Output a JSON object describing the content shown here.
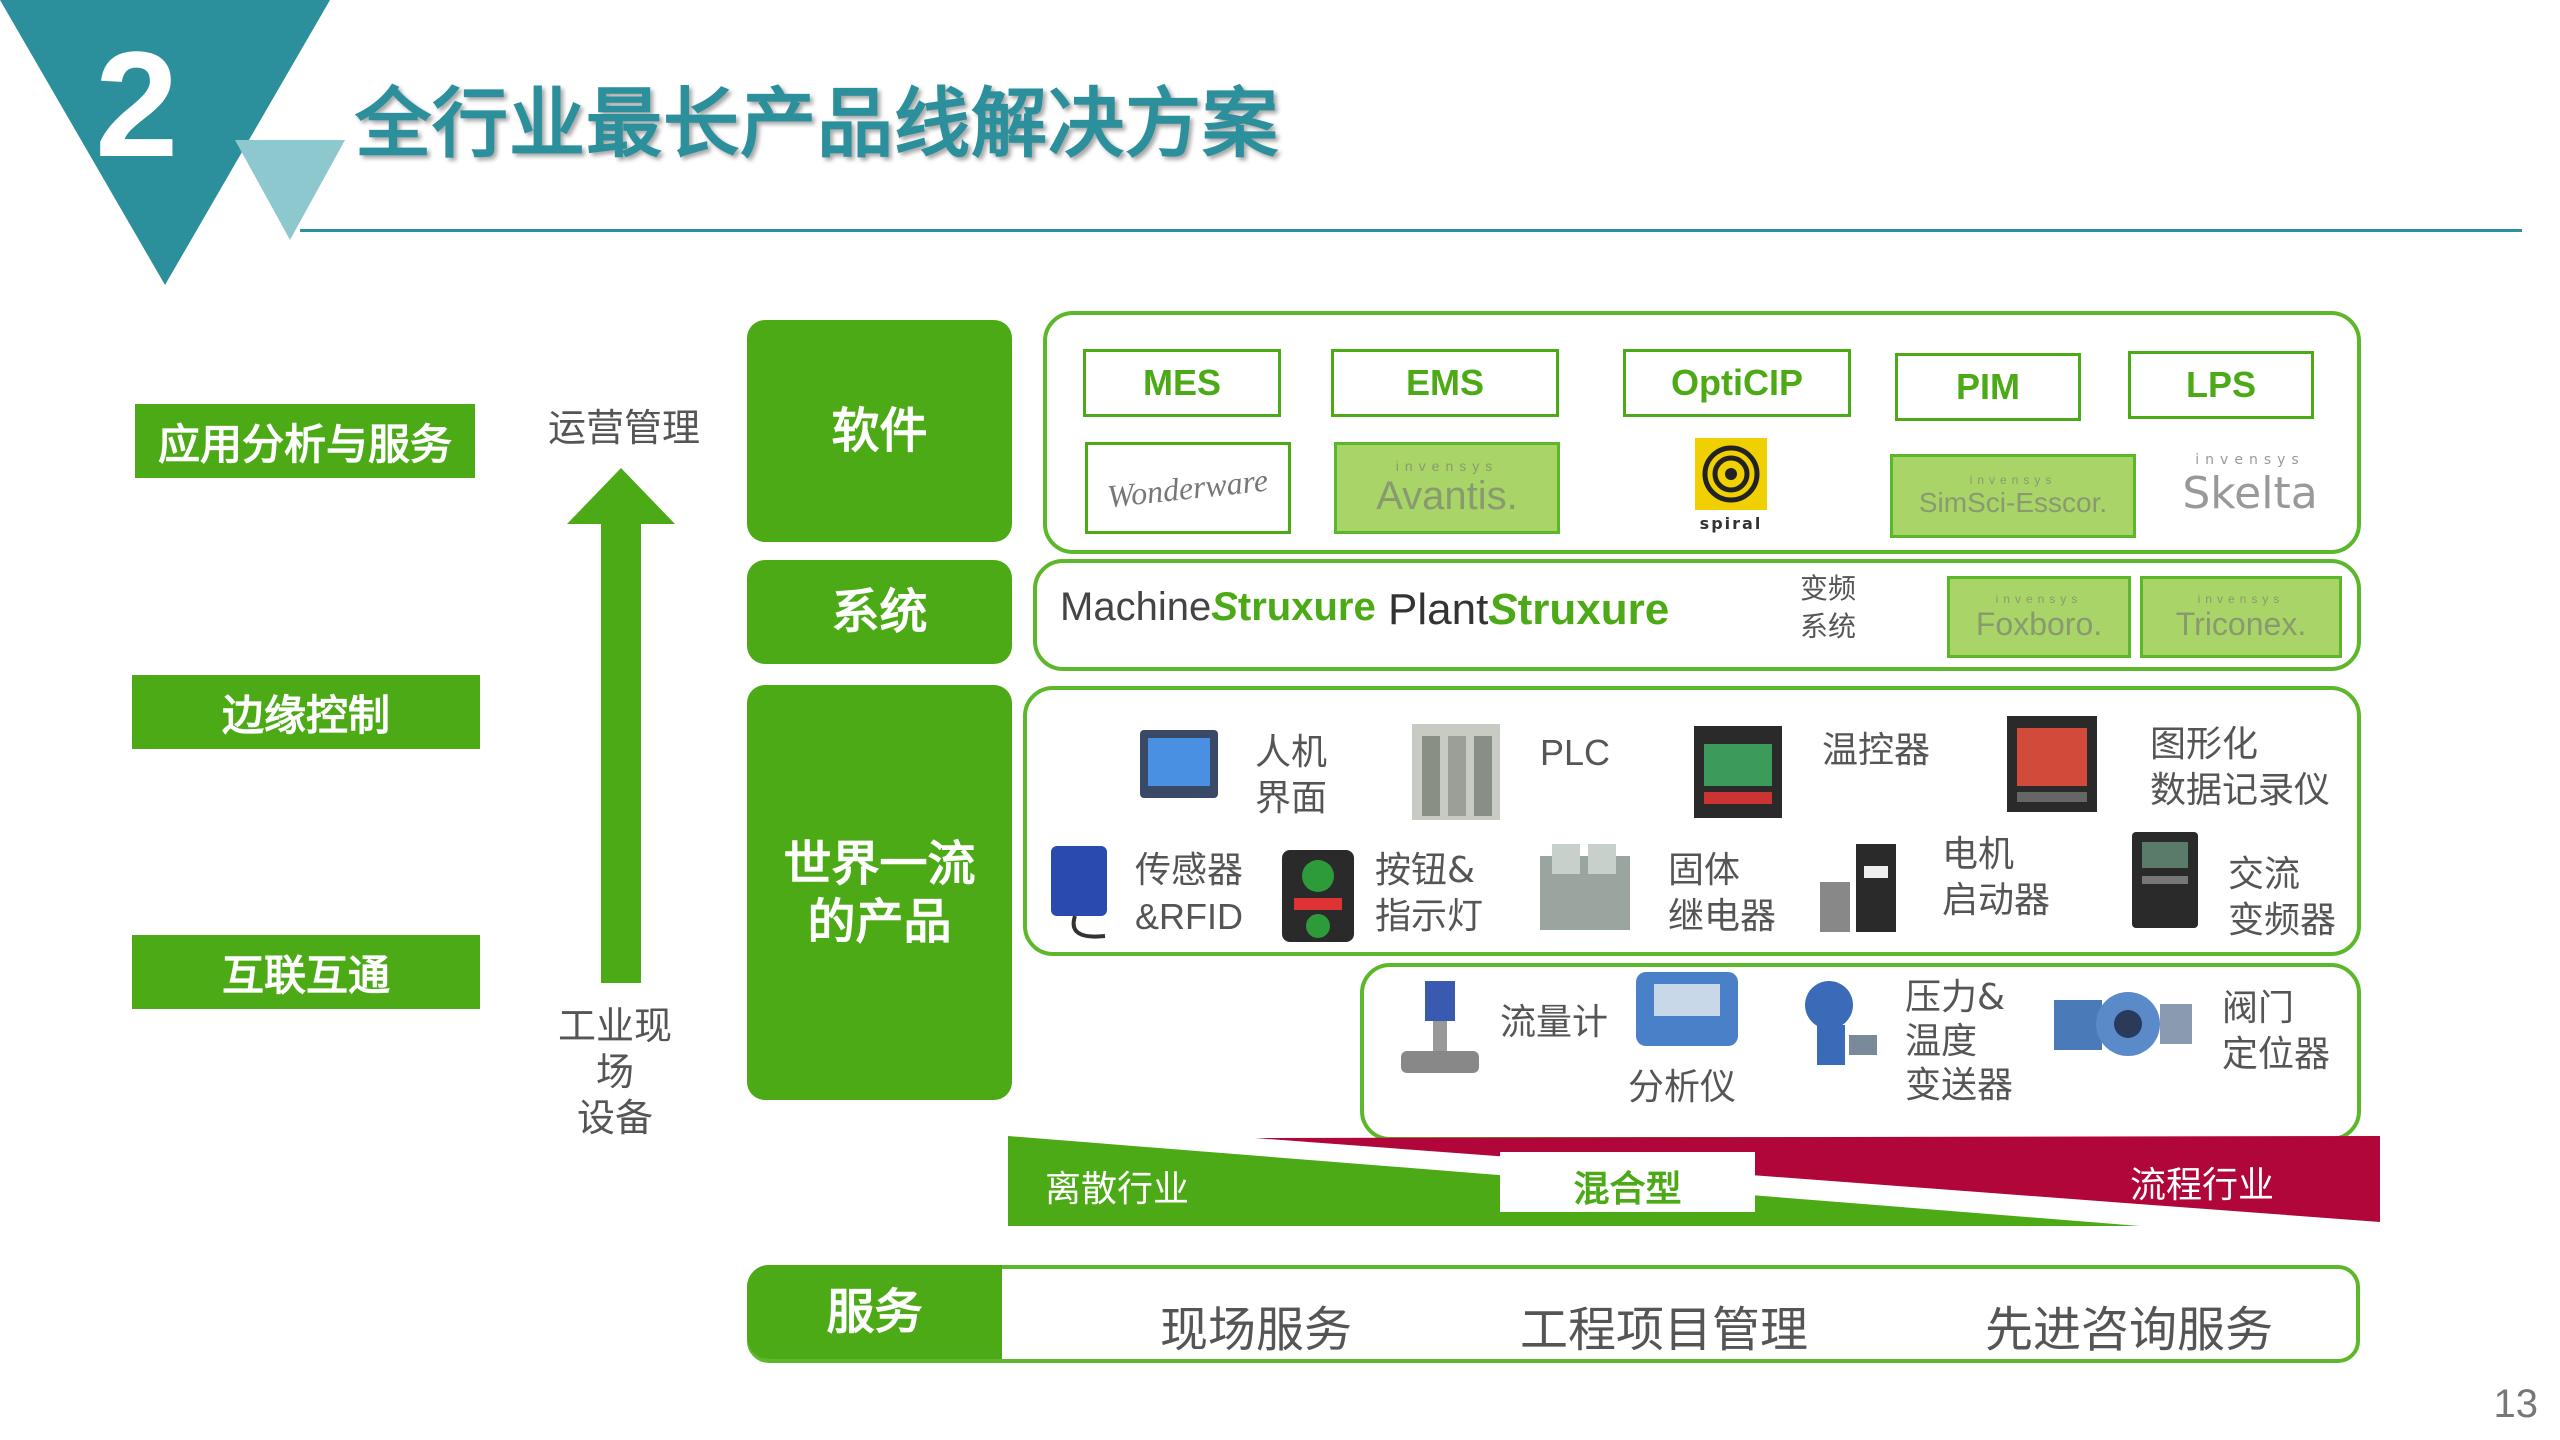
{
  "section_number": "2",
  "title": "全行业最长产品线解决方案",
  "page_number": "13",
  "left_levels": [
    {
      "label": "应用分析与服务"
    },
    {
      "label": "边缘控制"
    },
    {
      "label": "互联互通"
    }
  ],
  "arrow_top_label": "运营管理",
  "arrow_bottom_label_line1": "工业现场",
  "arrow_bottom_label_line2": "设备",
  "blocks": {
    "software": "软件",
    "system": "系统",
    "products_line1": "世界一流",
    "products_line2": "的产品",
    "services": "服务"
  },
  "software_items": [
    "MES",
    "EMS",
    "OptiCIP",
    "PIM",
    "LPS"
  ],
  "software_logos": {
    "wonderware": "Wonderware",
    "avantis": "Avantis.",
    "avantis_brand": "invensys",
    "spiral": "spiral",
    "simsci": "SimSci-Esscor.",
    "simsci_brand": "invensys",
    "skelta": "Skelta",
    "skelta_brand": "invensys"
  },
  "system_logos": {
    "machine_prefix": "Machine",
    "plant_prefix": "Plant",
    "struxure": "truxure",
    "vfd_line1": "变频",
    "vfd_line2": "系统",
    "foxboro": "Foxboro.",
    "triconex": "Triconex.",
    "invensys": "invensys"
  },
  "products": {
    "hmi_line1": "人机",
    "hmi_line2": "界面",
    "plc": "PLC",
    "temp": "温控器",
    "recorder_line1": "图形化",
    "recorder_line2": "数据记录仪",
    "sensor_line1": "传感器",
    "sensor_line2": "&RFID",
    "button_line1": "按钮&",
    "button_line2": "指示灯",
    "relay_line1": "固体",
    "relay_line2": "继电器",
    "starter_line1": "电机",
    "starter_line2": "启动器",
    "ac_line1": "交流",
    "ac_line2": "变频器",
    "flow": "流量计",
    "analyzer": "分析仪",
    "pressure_line1": "压力&",
    "pressure_line2": "温度",
    "pressure_line3": "变送器",
    "valve_line1": "阀门",
    "valve_line2": "定位器"
  },
  "industry_bar": {
    "discrete": "离散行业",
    "hybrid": "混合型",
    "process": "流程行业"
  },
  "services_items": [
    "现场服务",
    "工程项目管理",
    "先进咨询服务"
  ],
  "colors": {
    "teal": "#2b8f9c",
    "light_teal": "#8ec8cf",
    "green": "#4caa16",
    "crimson": "#b0063a"
  }
}
